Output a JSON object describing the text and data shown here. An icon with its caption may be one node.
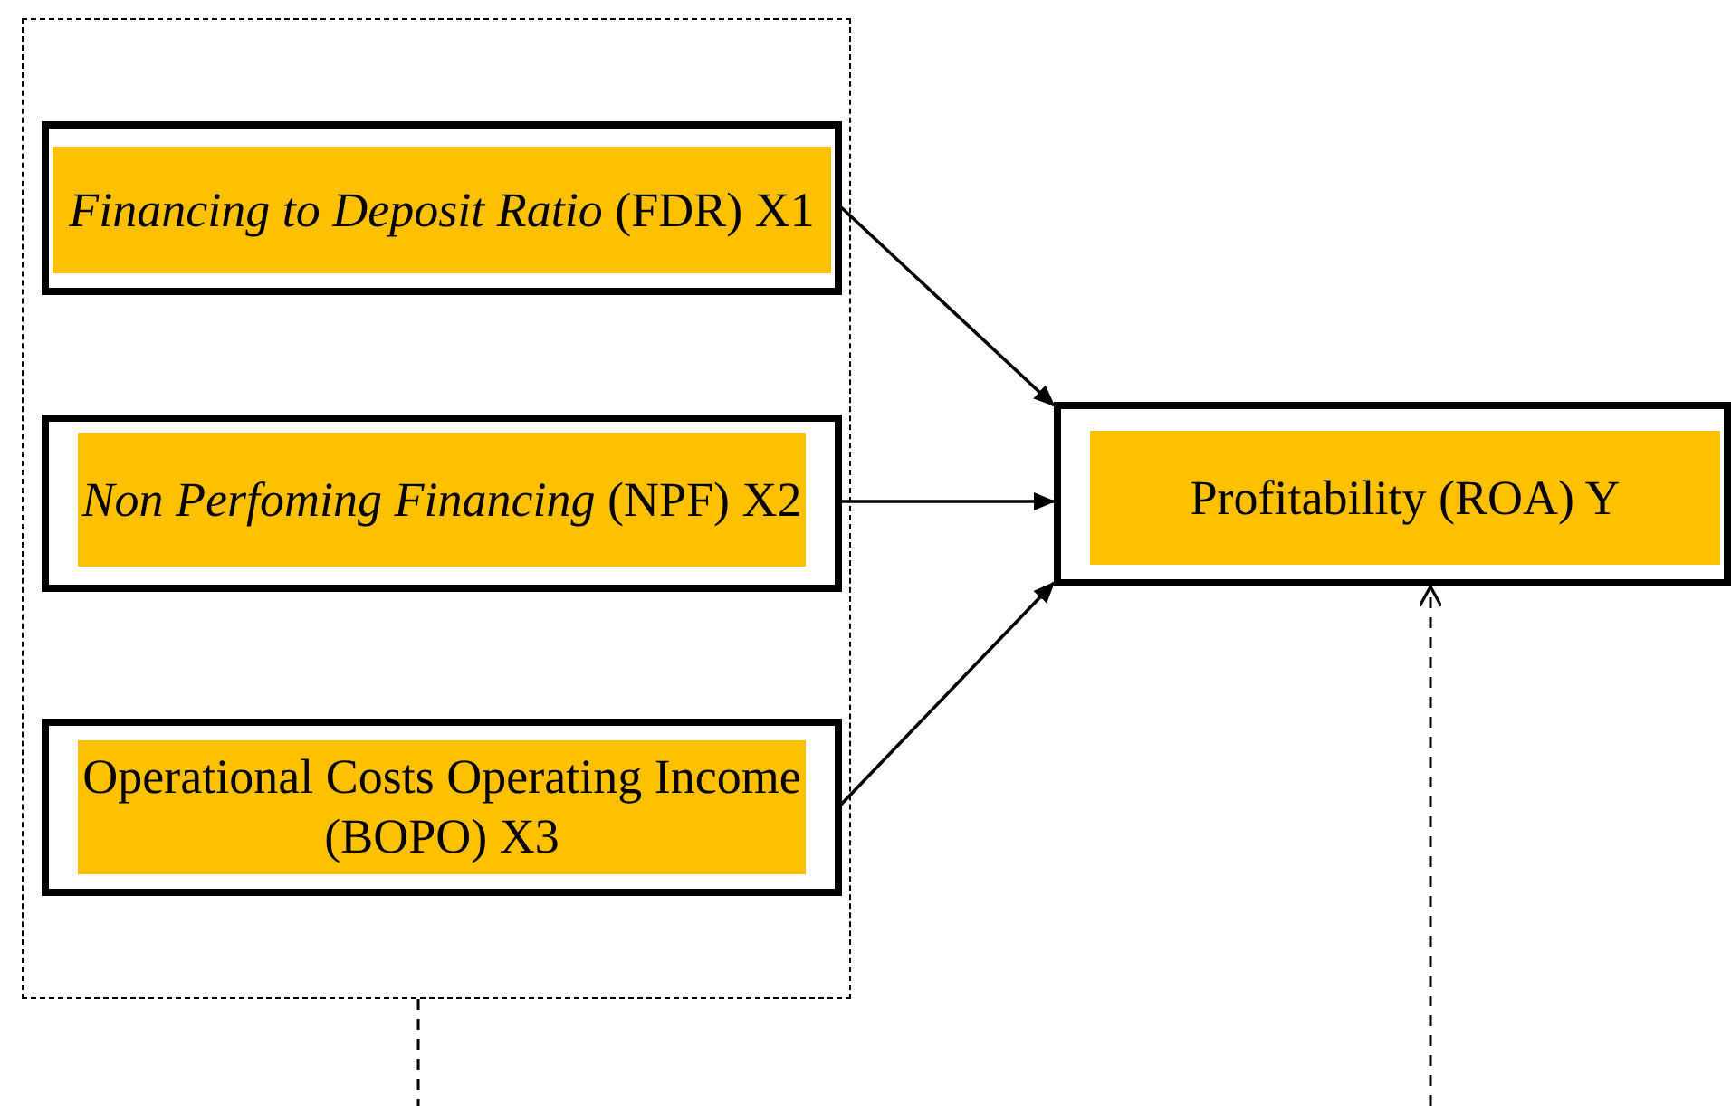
{
  "diagram": {
    "nodes": [
      {
        "text": [],
        "shape": "box"
      },
      {
        "text": [
          "*Financing to Deposit Ratio* (FDR) X1"
        ],
        "in": 0
      },
      {
        "text": [
          "*Non Perfoming Financing* (NPF) X2"
        ],
        "in": 0
      },
      {
        "text": [
          "Operational Costs Operating Income (BOPO) X3"
        ],
        "in": 0
      },
      {
        "text": [
          "Profitability (ROA) Y"
        ]
      }
    ],
    "edges": [
      {
        "from": 1,
        "to": 4,
        "arrow": "to"
      },
      {
        "from": 2,
        "to": 4,
        "arrow": "to"
      },
      {
        "from": 3,
        "to": 4,
        "arrow": "to"
      },
      {
        "from": 0,
        "to": null,
        "arrow": "none",
        "style": "dashed"
      },
      {
        "from": null,
        "to": 4,
        "arrow": "to",
        "style": "dashed"
      }
    ]
  }
}
